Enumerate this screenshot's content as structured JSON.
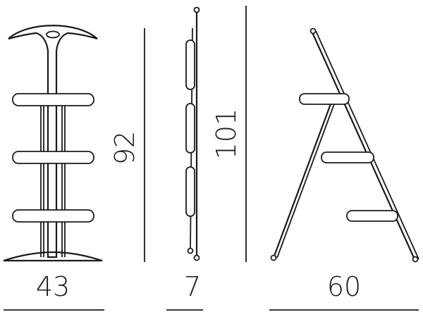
{
  "dimensions": {
    "front_width": "43",
    "front_height": "92",
    "side_depth": "7",
    "side_height": "101",
    "open_depth": "60"
  }
}
